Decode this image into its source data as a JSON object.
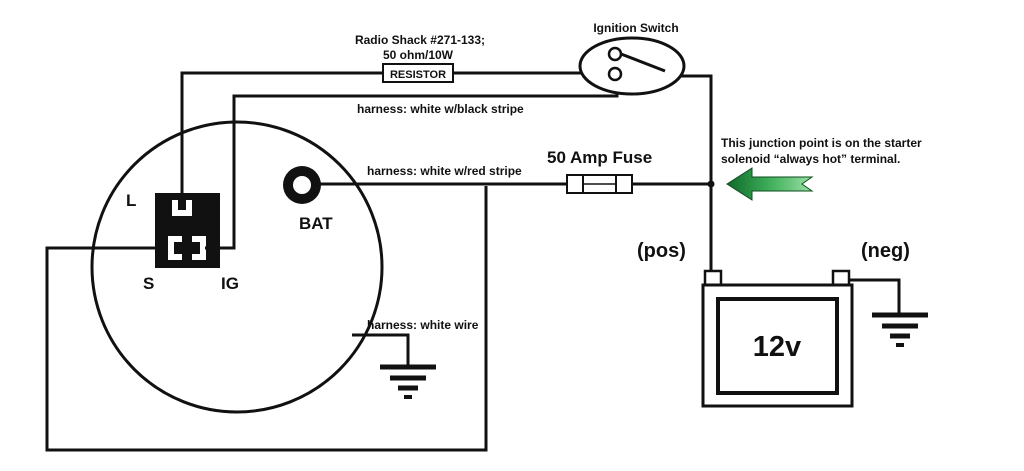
{
  "labels": {
    "resistor_note_line1": "Radio Shack #271-133;",
    "resistor_note_line2": "50 ohm/10W",
    "resistor_box": "RESISTOR",
    "ignition_switch": "Ignition Switch",
    "harness_white_black": "harness: white w/black stripe",
    "harness_white_red": "harness: white w/red stripe",
    "fuse": "50 Amp Fuse",
    "junction_line1": "This junction point is on the starter",
    "junction_line2": "solenoid “always hot” terminal.",
    "bat": "BAT",
    "terminal_l": "L",
    "terminal_s": "S",
    "terminal_ig": "IG",
    "pos": "(pos)",
    "neg": "(neg)",
    "battery": "12v",
    "harness_white_wire": "harness: white wire"
  },
  "colors": {
    "wire": "#111111",
    "arrow_green": "#1e8a3c",
    "arrow_light": "#7fd08a"
  }
}
